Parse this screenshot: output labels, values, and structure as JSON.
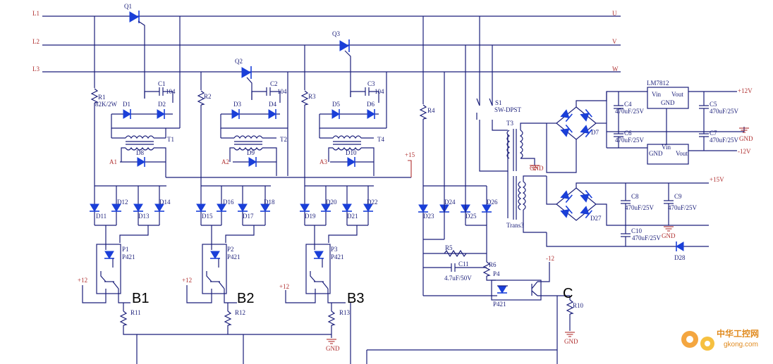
{
  "lines": {
    "l1": "L1",
    "l2": "L2",
    "l3": "L3",
    "u": "U",
    "v": "V",
    "w": "W"
  },
  "thyristors": {
    "q1": "Q1",
    "q2": "Q2",
    "q3": "Q3"
  },
  "resistors": {
    "r1": "R1",
    "r1_value": "82K/2W",
    "r2": "R2",
    "r3": "R3",
    "r4": "R4",
    "r5": "R5",
    "r6": "R6",
    "r10": "R10",
    "r11": "R11",
    "r12": "R12",
    "r13": "R13"
  },
  "capacitors": {
    "c1": "C1",
    "c2": "C2",
    "c3": "C3",
    "c_value": "104",
    "c4": "C4",
    "c5": "C5",
    "c6": "C6",
    "c7": "C7",
    "c8": "C8",
    "c9": "C9",
    "c10": "C10",
    "cap_value": "470uF/25V",
    "c11": "C11",
    "c11_value": "4.7uF/50V"
  },
  "diodes": {
    "d1": "D1",
    "d2": "D2",
    "d3": "D3",
    "d4": "D4",
    "d5": "D5",
    "d6": "D6",
    "d7": "D7",
    "d8": "D8",
    "d9": "D9",
    "d10": "D10",
    "d11": "D11",
    "d12": "D12",
    "d13": "D13",
    "d14": "D14",
    "d15": "D15",
    "d16": "D16",
    "d17": "D17",
    "d18": "D18",
    "d19": "D19",
    "d20": "D20",
    "d21": "D21",
    "d22": "D22",
    "d23": "D23",
    "d24": "D24",
    "d25": "D25",
    "d26": "D26",
    "d27": "D27",
    "d28": "D28"
  },
  "transformers": {
    "t1": "T1",
    "t2": "T2",
    "t3": "T3",
    "t4": "T4",
    "trans3": "Trans3"
  },
  "terminals": {
    "a1": "A1",
    "a2": "A2",
    "a3": "A3"
  },
  "optos": {
    "p1": "P1",
    "p2": "P2",
    "p3": "P3",
    "p4": "P4",
    "p421": "P421"
  },
  "switch": {
    "s1": "S1",
    "type": "SW-DPST"
  },
  "regulators": {
    "top": "LM7812",
    "vin": "Vin",
    "vout": "Vout",
    "gnd": "GND"
  },
  "rails": {
    "p12": "+12",
    "p12v": "+12V",
    "m12": "-12",
    "m12v": "-12V",
    "p15": "+15",
    "p15v": "+15V",
    "gnd": "GND"
  },
  "outputs": {
    "b1": "B1",
    "b2": "B2",
    "b3": "B3",
    "c": "C"
  },
  "watermark": {
    "cn": "中华工控网",
    "url": "gkong.com"
  },
  "colors": {
    "wire": "#1b1f7a",
    "diode": "#1a3fd8",
    "power": "#b03030"
  }
}
